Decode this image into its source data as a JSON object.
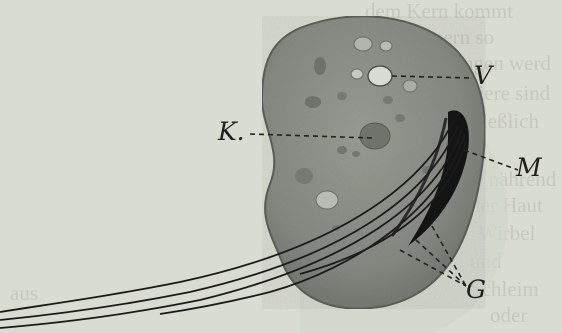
{
  "labels": {
    "V": "V",
    "K": "K.",
    "M": "M",
    "G": "G"
  },
  "bleed_through_lines": [
    "dem Kern kommt",
    "der Wimpern so",
    "aufgefangen werd",
    "Die Thiere sind",
    "ausschließlich",
    "sie nährend",
    "der Haut",
    "Wirbel",
    "und",
    "aus",
    "Schleim",
    "oder"
  ],
  "colors": {
    "paper": "#d9dcd0",
    "cell_body": "#8d9189",
    "cell_edge": "#5c605a",
    "pale_halo": "#cfd6cb",
    "ink": "#1e1e1e"
  }
}
